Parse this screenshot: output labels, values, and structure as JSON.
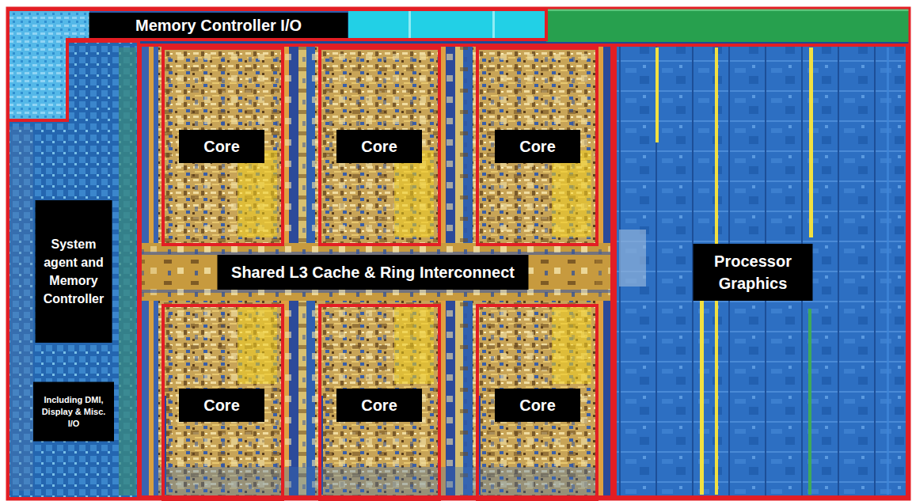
{
  "diagram": {
    "nodes": [
      {
        "text": [
          "Memory Controller I/O"
        ]
      },
      {
        "text": [
          "System agent and Memory Controller",
          "Including DMI, Display & Misc. I/O"
        ]
      },
      {
        "text": [
          "Shared L3 Cache & Ring Interconnect"
        ]
      },
      {
        "text": [
          "Core"
        ],
        "in": 2
      },
      {
        "text": [
          "Core"
        ],
        "in": 2
      },
      {
        "text": [
          "Core"
        ],
        "in": 2
      },
      {
        "text": [
          "Core"
        ],
        "in": 2
      },
      {
        "text": [
          "Core"
        ],
        "in": 2
      },
      {
        "text": [
          "Core"
        ],
        "in": 2
      },
      {
        "text": [
          "Processor Graphics"
        ]
      }
    ]
  }
}
